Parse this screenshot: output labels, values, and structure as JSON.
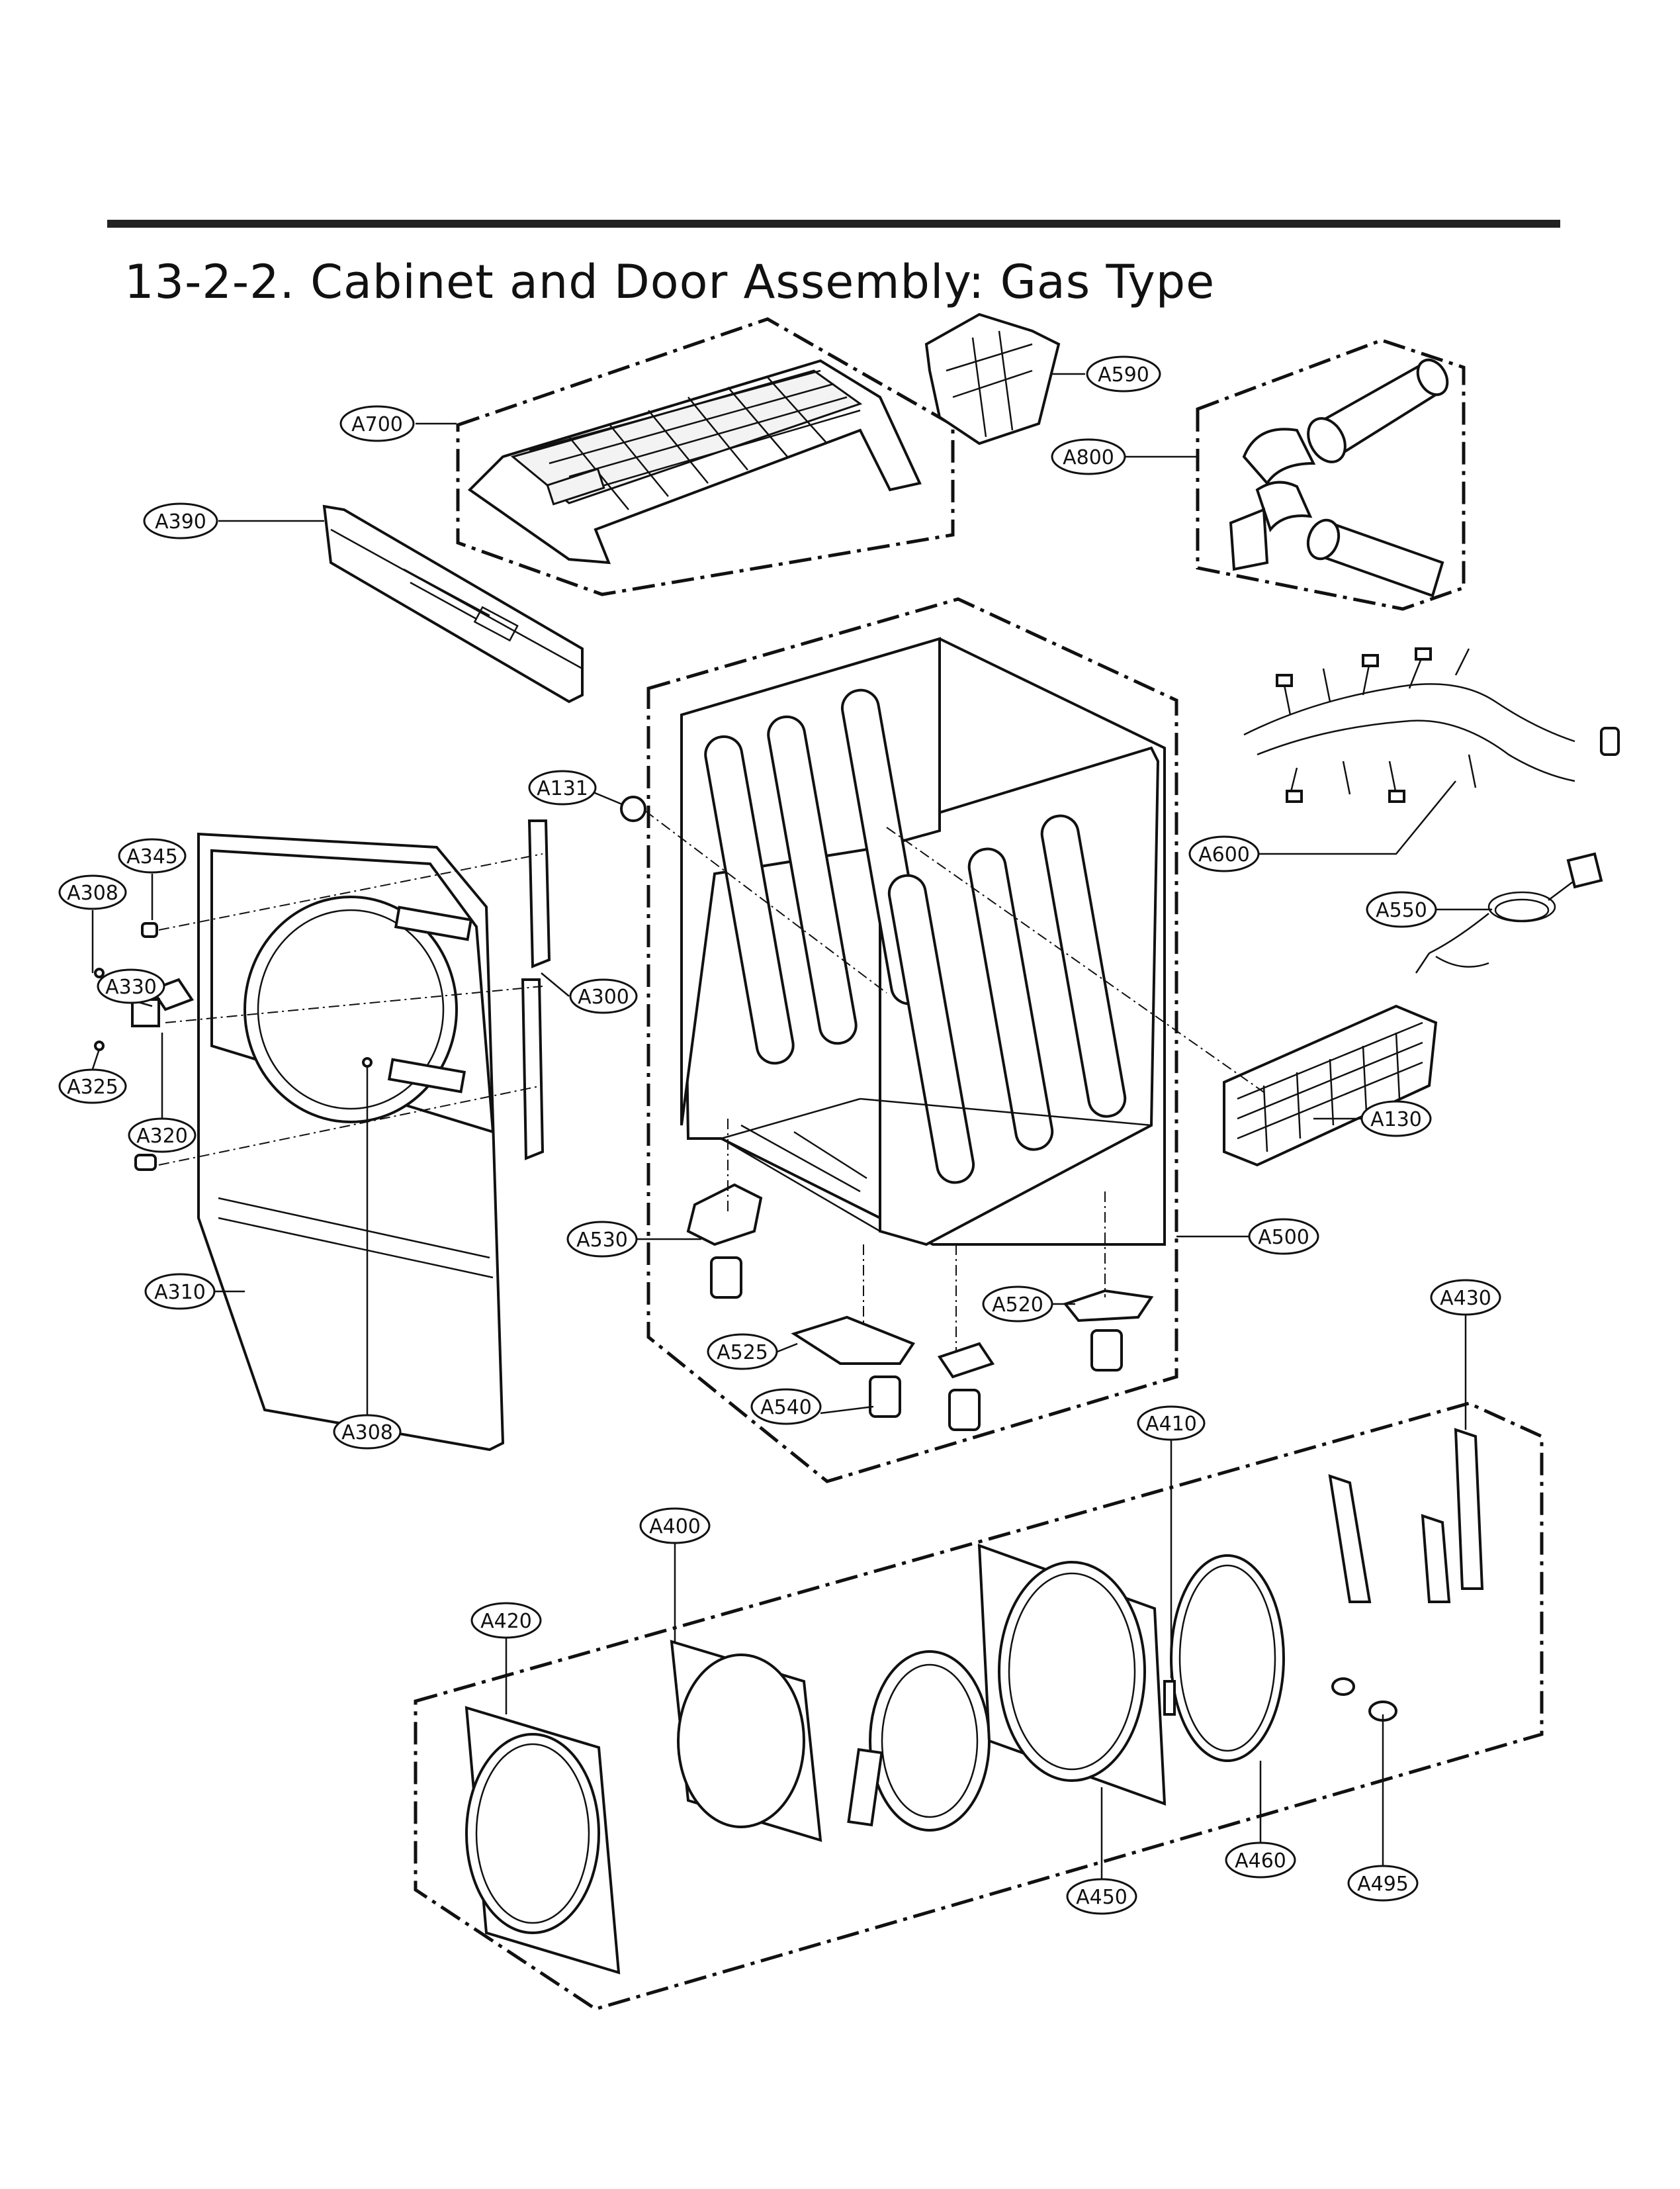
{
  "title": "13-2-2. Cabinet and Door Assembly: Gas Type",
  "callouts": {
    "A700": "A700",
    "A590": "A590",
    "A800": "A800",
    "A390": "A390",
    "A131": "A131",
    "A600": "A600",
    "A345": "A345",
    "A308_top": "A308",
    "A330": "A330",
    "A300": "A300",
    "A550": "A550",
    "A325": "A325",
    "A320": "A320",
    "A130": "A130",
    "A530": "A530",
    "A500": "A500",
    "A310": "A310",
    "A520": "A520",
    "A430": "A430",
    "A525": "A525",
    "A308_bottom": "A308",
    "A540": "A540",
    "A410": "A410",
    "A400": "A400",
    "A420": "A420",
    "A460": "A460",
    "A495": "A495",
    "A450": "A450"
  }
}
